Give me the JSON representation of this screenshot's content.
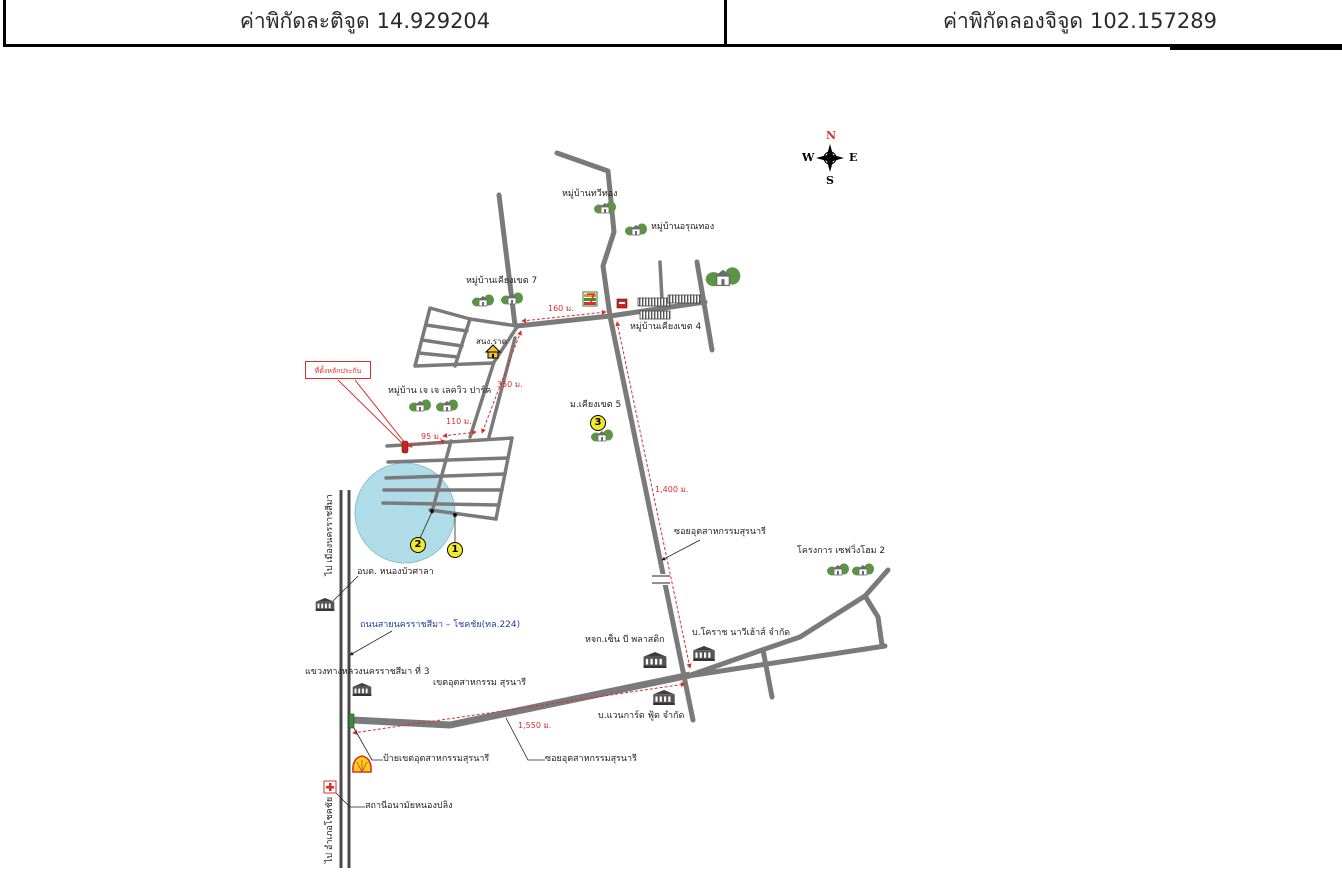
{
  "header": {
    "latitude": {
      "label": "ค่าพิกัดละติจูด",
      "value": "14.929204"
    },
    "longitude": {
      "label": "ค่าพิกัดลองจิจูด",
      "value": "102.157289"
    }
  },
  "compass": {
    "north": "N",
    "south": "S",
    "east": "E",
    "west": "W"
  },
  "colors": {
    "road": "#7a7a7a",
    "highway": "#4a4a4a",
    "distance": "#d9302c",
    "collateral_area": "#b0dce8",
    "marker": "#f2ea2a",
    "route_label": "#1d3f9e"
  },
  "places": {
    "village_thawi_thong": "หมู่บ้านทวีทอง",
    "village_arun_thong": "หมู่บ้านอรุณทอง",
    "village_kiang_khet_7": "หมู่บ้านเคียงเขต 7",
    "village_kiang_khet_4": "หมู่บ้านเคียงเขต 4",
    "office": "สนง.ราด",
    "village_jj_lakeview": "หมู่บ้าน เจ เจ เลควิว ปาร์ค",
    "village_kiang_khet_5": "ม.เคียงเขต 5",
    "saving_home_2": "โครงการ เซฟวิ่งโฮม 2",
    "sao_nong_bua_sala": "อบต. หนองบัวศาลา",
    "highway_office": "แขวงทางหลวงนครราชสีมา ที่ 3",
    "industrial_zone": "เขตอุตสาหกรรม สุรนารี",
    "zen_b_plastic": "หจก.เซ็น บี พลาสติก",
    "korat_navy_house": "บ.โคราช นาวีเฮ้าส์ จำกัด",
    "vanguard_food": "บ.แวนการ์ด ฟู้ด จำกัด",
    "industrial_sign": "ป้ายเขตอุตสาหกรรมสุรนารี",
    "health_station": "สถานีอนามัยหนองปลิง"
  },
  "roads": {
    "soi_suranari_mid": "ซอยอุตสาหกรรมสุรนารี",
    "soi_suranari_bottom": "ซอยอุตสาหกรรมสุรนารี",
    "highway_224": "ถนนสายนครราชสีมา – โชคชัย(ทล.224)",
    "to_nakhon_ratchasima": "ไป เมืองนครราชสีมา",
    "to_chok_chai": "ไป อำเภอโชคชัย"
  },
  "collateral": {
    "label": "ที่ตั้งหลักประกัน"
  },
  "markers": {
    "m1": "1",
    "m2": "2",
    "m3": "3"
  },
  "distances": {
    "d160": "160 ม.",
    "d350": "350 ม.",
    "d110": "110 ม.",
    "d95": "95 ม.",
    "d1400": "1,400 ม.",
    "d1550": "1,550 ม."
  }
}
